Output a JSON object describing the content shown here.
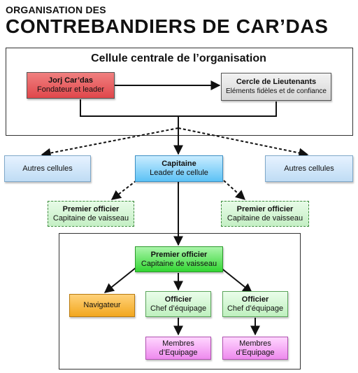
{
  "title": {
    "line1": "ORGANISATION DES",
    "line2": "CONTREBANDIERS DE CAR’DAS"
  },
  "central": {
    "heading": "Cellule centrale de l’organisation",
    "founder": {
      "title": "Jorj Car’das",
      "subtitle": "Fondateur et leader"
    },
    "lieutenants": {
      "title": "Cercle de Lieutenants",
      "subtitle": "Eléments fidèles et de confiance"
    }
  },
  "other_cells_left": {
    "label": "Autres cellules"
  },
  "other_cells_right": {
    "label": "Autres cellules"
  },
  "captain": {
    "title": "Capitaine",
    "subtitle": "Leader de cellule"
  },
  "first_officer_left": {
    "title": "Premier officier",
    "subtitle": "Capitaine de vaisseau"
  },
  "first_officer_right": {
    "title": "Premier officier",
    "subtitle": "Capitaine de vaisseau"
  },
  "cell": {
    "first_officer": {
      "title": "Premier officier",
      "subtitle": "Capitaine de vaisseau"
    },
    "navigator": {
      "label": "Navigateur"
    },
    "officer_left": {
      "title": "Officier",
      "subtitle": "Chef d’équipage"
    },
    "officer_right": {
      "title": "Officier",
      "subtitle": "Chef d’équipage"
    },
    "crew_left": {
      "line1": "Membres",
      "line2": "d’Equipage"
    },
    "crew_right": {
      "line1": "Membres",
      "line2": "d’Equipage"
    }
  },
  "colors": {
    "founder": "#e0474b",
    "captain": "#5cc2f5",
    "first_officer": "#33d633",
    "navigator": "#f2a71e",
    "crew": "#ee8aee"
  }
}
